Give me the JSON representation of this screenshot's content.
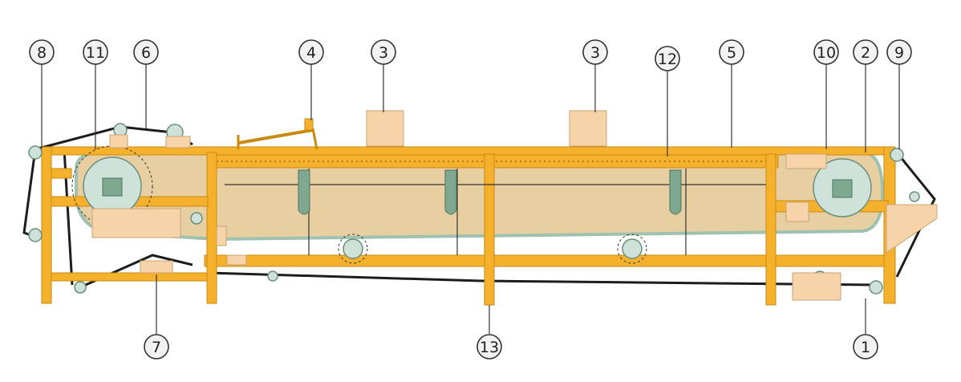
{
  "callouts": [
    {
      "id": "c8",
      "label": "8"
    },
    {
      "id": "c11",
      "label": "11"
    },
    {
      "id": "c6",
      "label": "6"
    },
    {
      "id": "c4",
      "label": "4"
    },
    {
      "id": "c3a",
      "label": "3"
    },
    {
      "id": "c3b",
      "label": "3"
    },
    {
      "id": "c12",
      "label": "12"
    },
    {
      "id": "c5",
      "label": "5"
    },
    {
      "id": "c10",
      "label": "10"
    },
    {
      "id": "c2",
      "label": "2"
    },
    {
      "id": "c9",
      "label": "9"
    },
    {
      "id": "c7",
      "label": "7"
    },
    {
      "id": "c13",
      "label": "13"
    },
    {
      "id": "c1",
      "label": "1"
    }
  ],
  "colors": {
    "frame": "#f5b12c",
    "belt": "#e8cfa2",
    "roller": "#cfe2d9",
    "box": "#f6d3a8",
    "cable": "#1d1d1d"
  }
}
